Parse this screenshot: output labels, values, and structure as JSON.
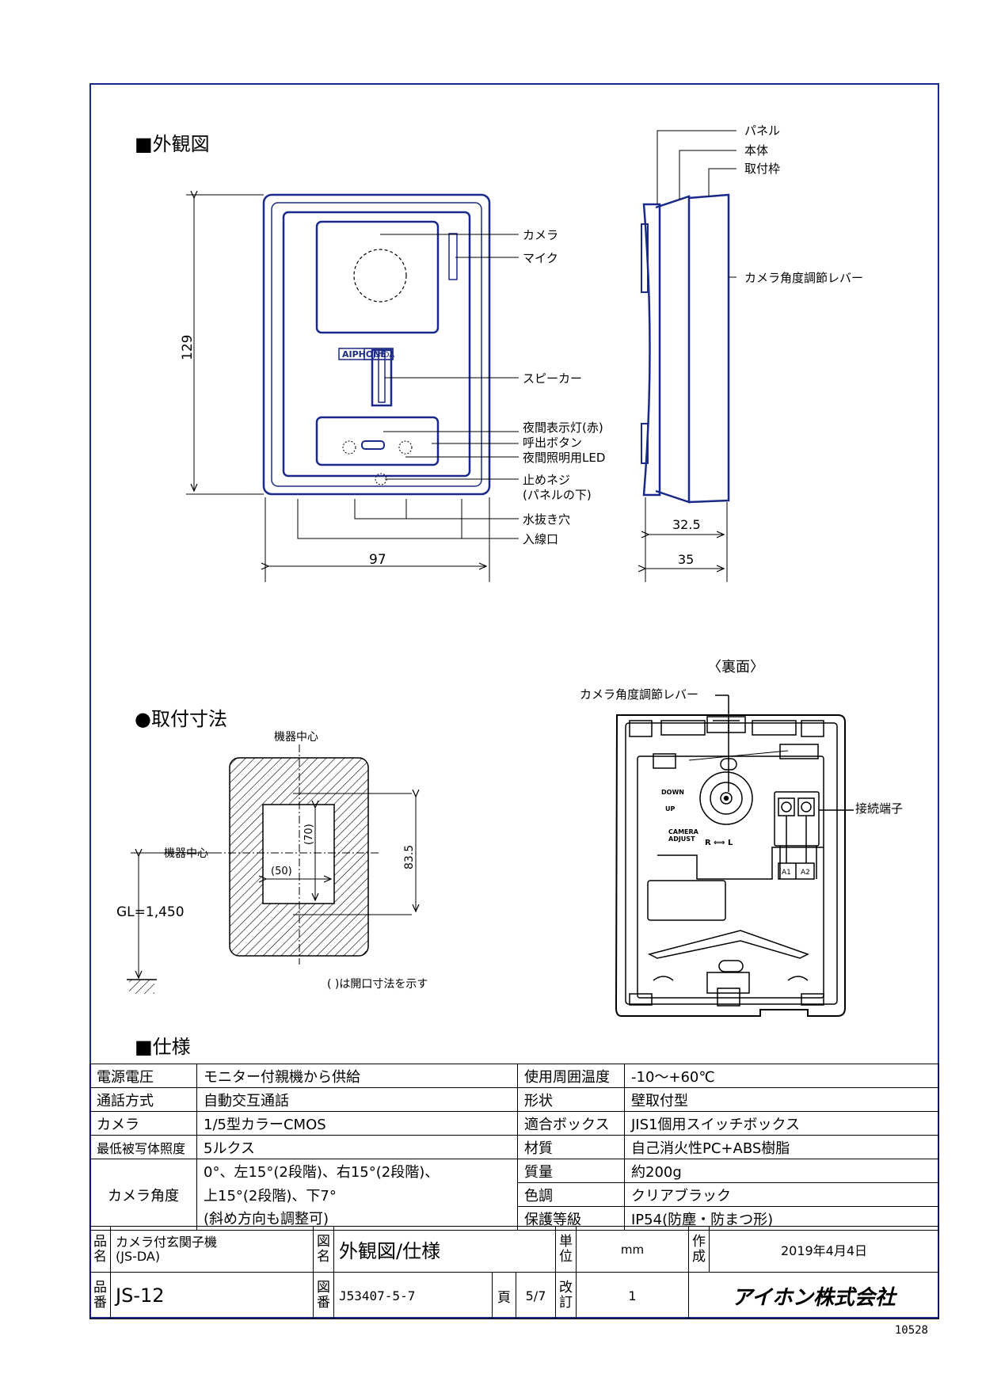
{
  "headings": {
    "exterior": "■外観図",
    "mounting": "●取付寸法",
    "spec": "■仕様",
    "rear": "〈裏面〉"
  },
  "front_labels": {
    "camera": "カメラ",
    "mic": "マイク",
    "speaker": "スピーカー",
    "night_lamp": "夜間表示灯(赤)",
    "call_button": "呼出ボタン",
    "night_led": "夜間照明用LED",
    "screw": "止めネジ",
    "screw_note": "(パネルの下)",
    "drain": "水抜き穴",
    "cable_inlet": "入線口",
    "logo": "AIPHONE",
    "model_badge": "JS-DA"
  },
  "side_labels": {
    "panel": "パネル",
    "body": "本体",
    "frame": "取付枠",
    "lever": "カメラ角度調節レバー"
  },
  "dims": {
    "height": "129",
    "width": "97",
    "depth_inner": "32.5",
    "depth_outer": "35",
    "open_h": "(70)",
    "open_w": "(50)",
    "pitch": "83.5",
    "gl": "GL=1,450"
  },
  "mount_labels": {
    "center_top": "機器中心",
    "center_left": "機器中心",
    "note": "( )は開口寸法を示す"
  },
  "rear_labels": {
    "lever": "カメラ角度調節レバー",
    "terminal": "接続端子",
    "down": "DOWN",
    "up": "UP",
    "camera_adjust_1": "CAMERA",
    "camera_adjust_2": "ADJUST",
    "rl": "R ⟺ L",
    "a1": "A1",
    "a2": "A2"
  },
  "spec": {
    "rows": [
      {
        "k1": "電源電圧",
        "v1": "モニター付親機から供給",
        "k2": "使用周囲温度",
        "v2": "-10～+60℃"
      },
      {
        "k1": "通話方式",
        "v1": "自動交互通話",
        "k2": "形状",
        "v2": "壁取付型"
      },
      {
        "k1": "カメラ",
        "v1": "1/5型カラーCMOS",
        "k2": "適合ボックス",
        "v2": "JIS1個用スイッチボックス"
      },
      {
        "k1": "最低被写体照度",
        "v1": "5ルクス",
        "k2": "材質",
        "v2": "自己消火性PC+ABS樹脂"
      }
    ],
    "angle_key": "カメラ角度",
    "angle_lines": [
      "0°、左15°(2段階)、右15°(2段階)、",
      "上15°(2段階)、下7°",
      "(斜め方向も調整可)"
    ],
    "tail_rows": [
      {
        "k2": "質量",
        "v2": "約200g"
      },
      {
        "k2": "色調",
        "v2": "クリアブラック"
      },
      {
        "k2": "保護等級",
        "v2": "IP54(防塵・防まつ形)"
      }
    ]
  },
  "title_block": {
    "pname_label": "品名",
    "pname_1": "カメラ付玄関子機",
    "pname_2": "(JS-DA)",
    "drawing_label": "図名",
    "drawing": "外観図/仕様",
    "unit_label": "単位",
    "unit": "mm",
    "made_label": "作成",
    "date": "2019年4月4日",
    "pno_label": "品番",
    "pno": "JS-12",
    "dno_label": "図番",
    "dno": "J53407-5-7",
    "page_label": "頁",
    "page": "5/7",
    "rev_label": "改訂",
    "rev": "1",
    "company": "アイホン株式会社"
  },
  "doc_code": "10528"
}
